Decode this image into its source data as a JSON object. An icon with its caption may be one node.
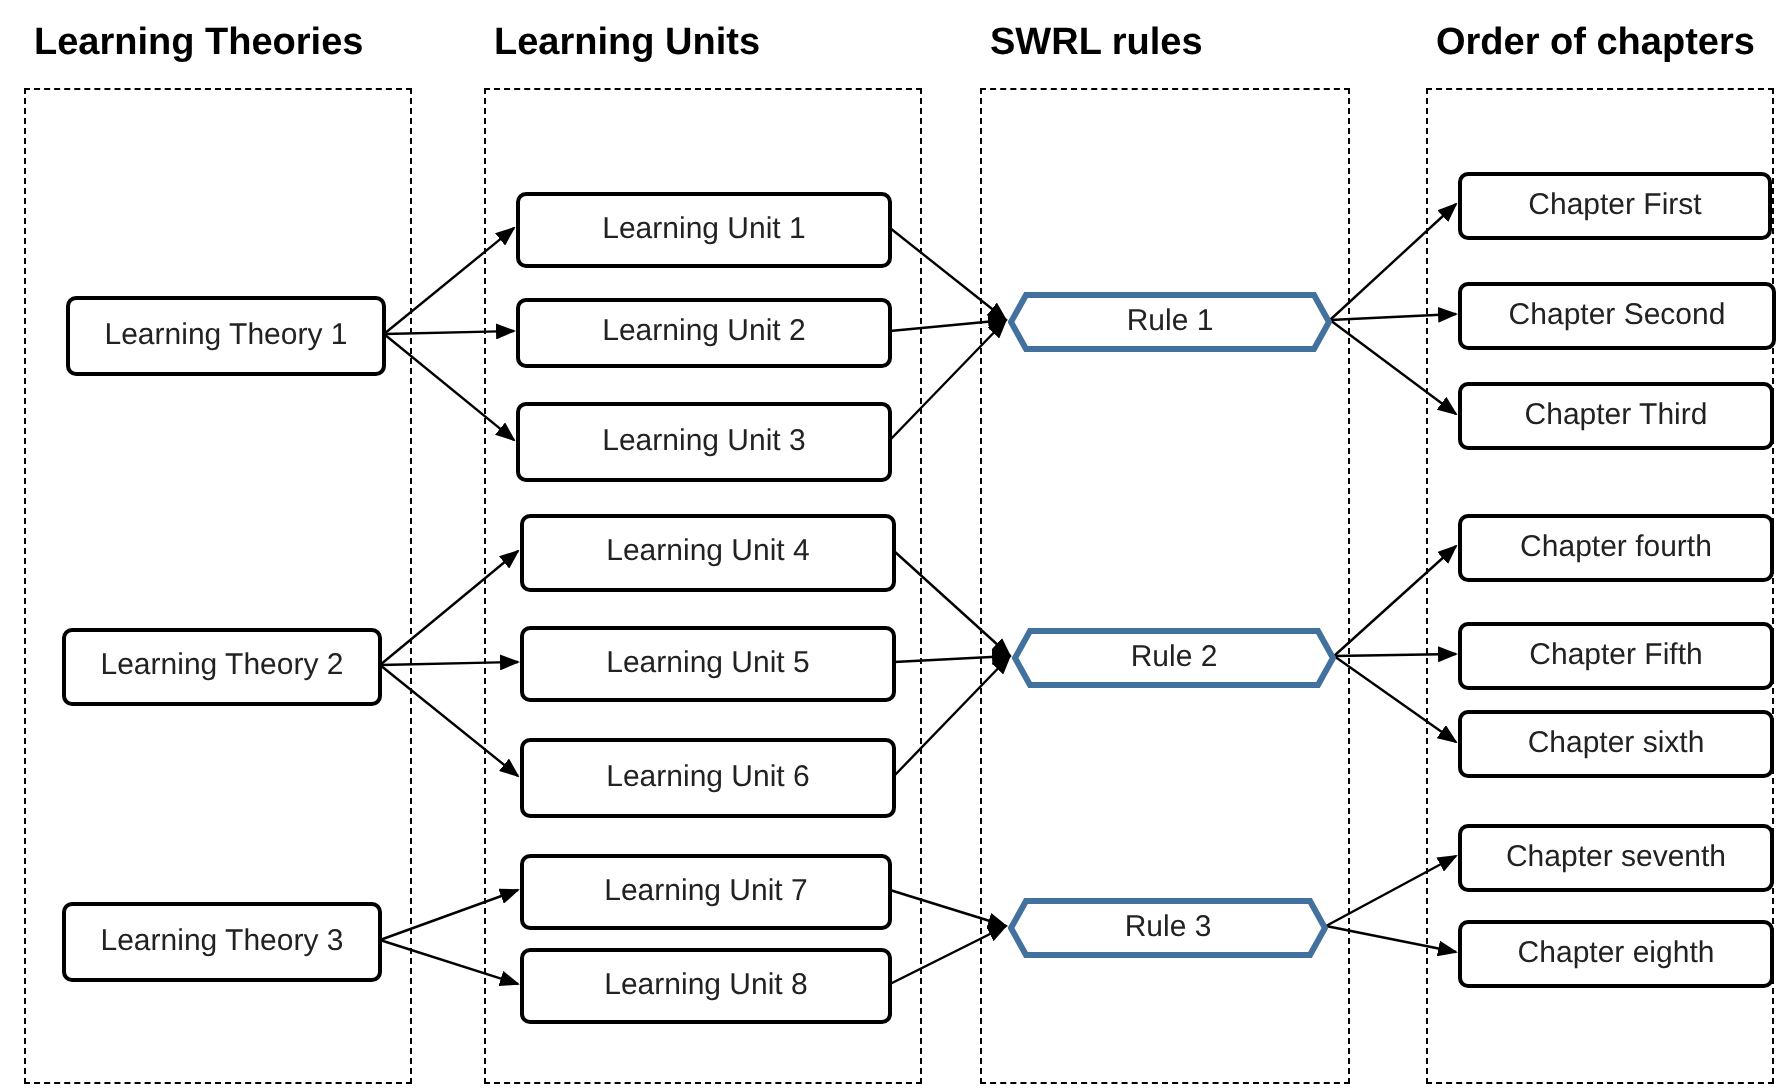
{
  "diagram": {
    "nodes": [
      {
        "text": [
          "Learning Theories"
        ]
      },
      {
        "text": [
          "Learning Units"
        ]
      },
      {
        "text": [
          "SWRL rules"
        ]
      },
      {
        "text": [
          "Order of chapters"
        ]
      },
      {
        "text": [
          "Learning Theory 1"
        ],
        "in": 0
      },
      {
        "text": [
          "Learning Theory 2"
        ],
        "in": 0
      },
      {
        "text": [
          "Learning Theory 3"
        ],
        "in": 0
      },
      {
        "text": [
          "Learning Unit 1"
        ],
        "in": 1
      },
      {
        "text": [
          "Learning Unit 2"
        ],
        "in": 1
      },
      {
        "text": [
          "Learning Unit 3"
        ],
        "in": 1
      },
      {
        "text": [
          "Learning Unit 4"
        ],
        "in": 1
      },
      {
        "text": [
          "Learning Unit 5"
        ],
        "in": 1
      },
      {
        "text": [
          "Learning Unit 6"
        ],
        "in": 1
      },
      {
        "text": [
          "Learning Unit 7"
        ],
        "in": 1
      },
      {
        "text": [
          "Learning Unit 8"
        ],
        "in": 1
      },
      {
        "text": [
          "Rule 1"
        ],
        "in": 2
      },
      {
        "text": [
          "Rule 2"
        ],
        "in": 2
      },
      {
        "text": [
          "Rule 3"
        ],
        "in": 2
      },
      {
        "text": [
          "Chapter First"
        ],
        "in": 3
      },
      {
        "text": [
          "Chapter Second"
        ],
        "in": 3
      },
      {
        "text": [
          "Chapter Third"
        ],
        "in": 3
      },
      {
        "text": [
          "Chapter fourth"
        ],
        "in": 3
      },
      {
        "text": [
          "Chapter Fifth"
        ],
        "in": 3
      },
      {
        "text": [
          "Chapter sixth"
        ],
        "in": 3
      },
      {
        "text": [
          "Chapter seventh"
        ],
        "in": 3
      },
      {
        "text": [
          "Chapter eighth"
        ],
        "in": 3
      }
    ],
    "edges": [
      {
        "from": 4,
        "to": 7,
        "arrow": "to"
      },
      {
        "from": 4,
        "to": 8,
        "arrow": "to"
      },
      {
        "from": 4,
        "to": 9,
        "arrow": "to"
      },
      {
        "from": 5,
        "to": 10,
        "arrow": "to"
      },
      {
        "from": 5,
        "to": 11,
        "arrow": "to"
      },
      {
        "from": 5,
        "to": 12,
        "arrow": "to"
      },
      {
        "from": 6,
        "to": 13,
        "arrow": "to"
      },
      {
        "from": 6,
        "to": 14,
        "arrow": "to"
      },
      {
        "from": 7,
        "to": 15,
        "arrow": "to"
      },
      {
        "from": 8,
        "to": 15,
        "arrow": "to"
      },
      {
        "from": 9,
        "to": 15,
        "arrow": "to"
      },
      {
        "from": 10,
        "to": 16,
        "arrow": "to"
      },
      {
        "from": 11,
        "to": 16,
        "arrow": "to"
      },
      {
        "from": 12,
        "to": 16,
        "arrow": "to"
      },
      {
        "from": 13,
        "to": 17,
        "arrow": "to"
      },
      {
        "from": 14,
        "to": 17,
        "arrow": "to"
      },
      {
        "from": 15,
        "to": 18,
        "arrow": "to"
      },
      {
        "from": 15,
        "to": 19,
        "arrow": "to"
      },
      {
        "from": 15,
        "to": 20,
        "arrow": "to"
      },
      {
        "from": 16,
        "to": 21,
        "arrow": "to"
      },
      {
        "from": 16,
        "to": 22,
        "arrow": "to"
      },
      {
        "from": 16,
        "to": 23,
        "arrow": "to"
      },
      {
        "from": 17,
        "to": 24,
        "arrow": "to"
      },
      {
        "from": 17,
        "to": 25,
        "arrow": "to"
      }
    ]
  }
}
